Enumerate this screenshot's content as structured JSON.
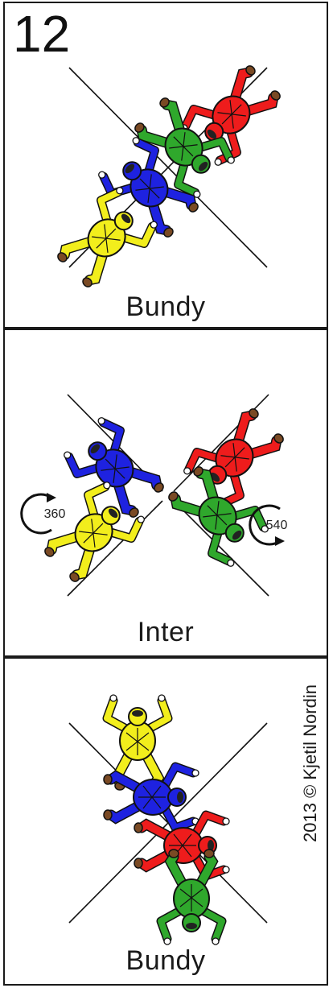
{
  "figure_number": "12",
  "panels": [
    {
      "caption": "Bundy"
    },
    {
      "caption": "Inter",
      "rotations": {
        "left": "360",
        "right": "540"
      }
    },
    {
      "caption": "Bundy"
    }
  ],
  "credit": "2013 © Kjetil Nordin",
  "colors": {
    "red": "#ee1c1c",
    "green": "#2fa82c",
    "blue": "#1e22e0",
    "yellow": "#f2ee1c",
    "skin": "#7a4a24",
    "outline": "#111111"
  }
}
